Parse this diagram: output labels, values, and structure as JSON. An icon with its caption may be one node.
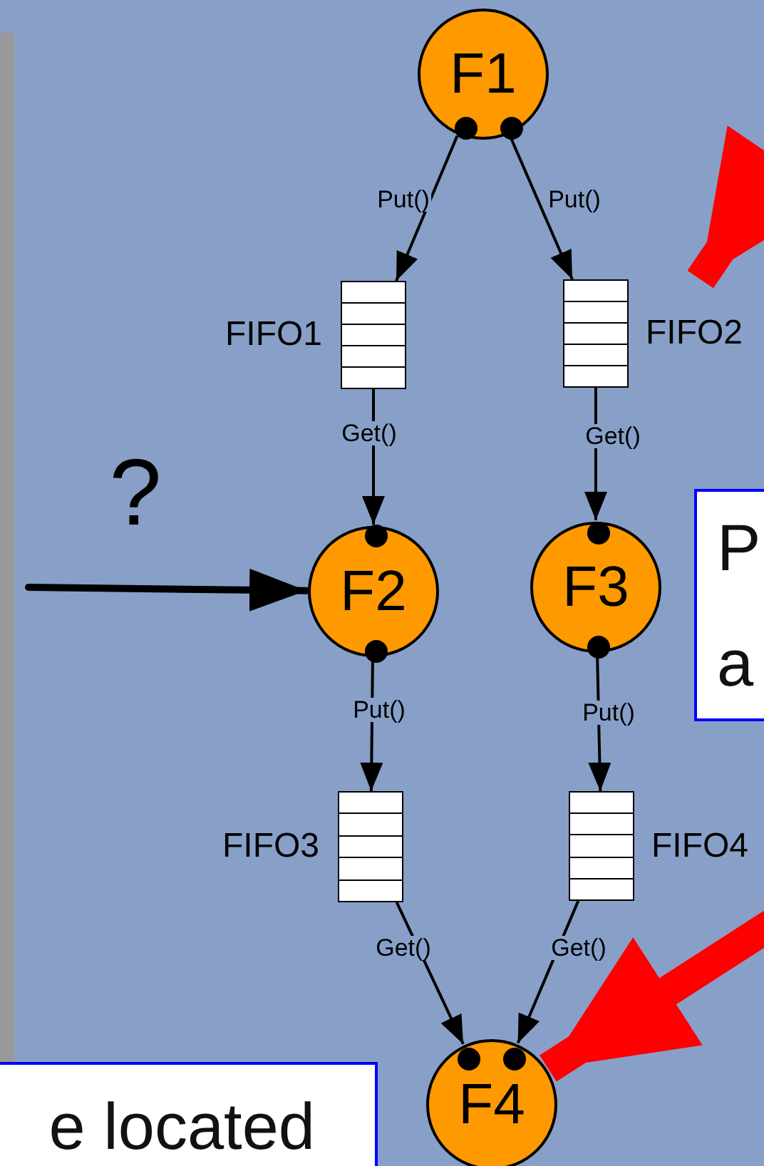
{
  "diagram": {
    "nodes": [
      {
        "text": [
          "F1"
        ]
      },
      {
        "text": [],
        "shape": "box",
        "beside": [
          "FIFO1"
        ]
      },
      {
        "text": [],
        "shape": "box",
        "beside": [
          "FIFO2"
        ]
      },
      {
        "text": [
          "F2"
        ]
      },
      {
        "text": [
          "F3"
        ]
      },
      {
        "text": [],
        "shape": "box",
        "beside": [
          "FIFO3"
        ]
      },
      {
        "text": [],
        "shape": "box",
        "beside": [
          "FIFO4"
        ]
      },
      {
        "text": [
          "F4"
        ]
      },
      {
        "text": [
          "P a"
        ]
      },
      {
        "text": [
          "e located"
        ]
      }
    ],
    "edges": [
      {
        "from": 0,
        "to": 1,
        "arrow": "to",
        "label": "Put()"
      },
      {
        "from": 0,
        "to": 2,
        "arrow": "to",
        "label": "Put()"
      },
      {
        "from": 1,
        "to": 3,
        "arrow": "to",
        "label": "Get()"
      },
      {
        "from": 2,
        "to": 4,
        "arrow": "to",
        "label": "Get()"
      },
      {
        "from": 3,
        "to": 5,
        "arrow": "to",
        "label": "Put()"
      },
      {
        "from": 4,
        "to": 6,
        "arrow": "to",
        "label": "Put()"
      },
      {
        "from": 5,
        "to": 7,
        "arrow": "to",
        "label": "Get()"
      },
      {
        "from": 6,
        "to": 7,
        "arrow": "to",
        "label": "Get()"
      },
      {
        "from": null,
        "to": 3,
        "arrow": "to",
        "label": "?",
        "style": "thick"
      },
      {
        "from": null,
        "to": 2,
        "arrow": "to",
        "style": "thick",
        "color": "#ff0000"
      },
      {
        "from": null,
        "to": 7,
        "arrow": "to",
        "style": "thick",
        "color": "#ff0000"
      }
    ]
  }
}
